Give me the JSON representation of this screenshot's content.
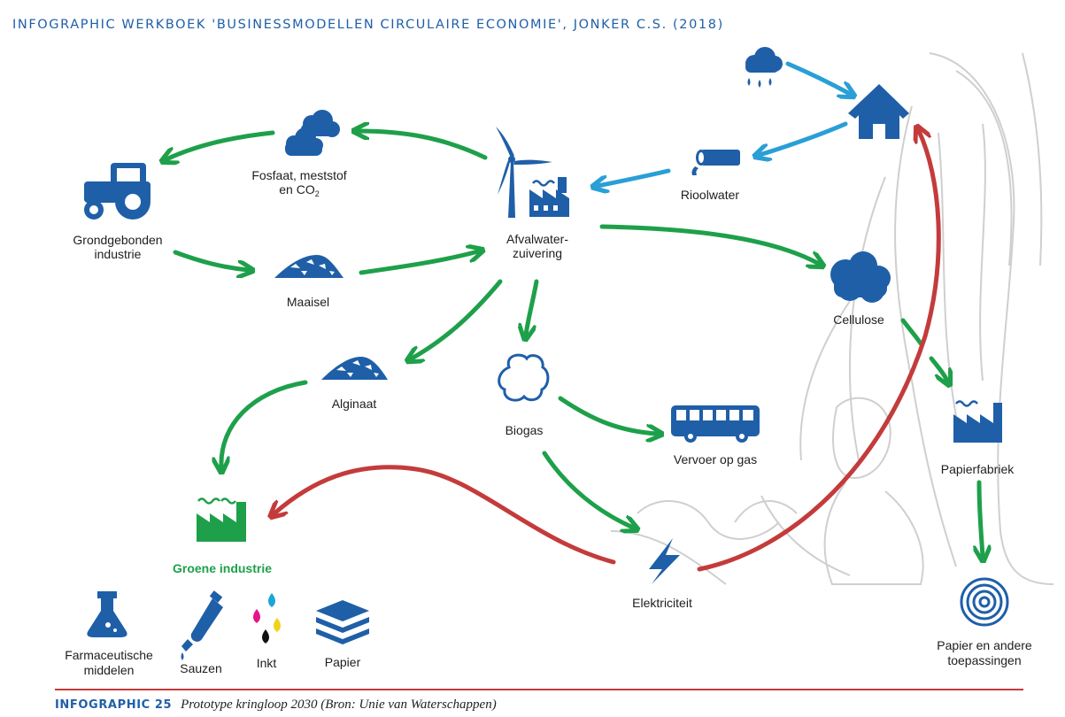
{
  "header": {
    "title": "INFOGRAPHIC WERKBOEK 'BUSINESSMODELLEN CIRCULAIRE ECONOMIE', JONKER C.S. (2018)"
  },
  "nodes": {
    "tractor": {
      "line1": "Grondgebonden",
      "line2": "industrie"
    },
    "fosfaat": {
      "line1": "Fosfaat, meststof",
      "line2_pre": "en CO",
      "line2_sub": "2"
    },
    "maaisel": {
      "label": "Maaisel"
    },
    "afvalwater": {
      "line1": "Afvalwater-",
      "line2": "zuivering"
    },
    "rioolwater": {
      "label": "Rioolwater"
    },
    "cellulose": {
      "label": "Cellulose"
    },
    "alginaat": {
      "label": "Alginaat"
    },
    "biogas": {
      "label": "Biogas"
    },
    "vervoer": {
      "label": "Vervoer op gas"
    },
    "papierfabriek": {
      "label": "Papierfabriek"
    },
    "groene": {
      "label": "Groene industrie"
    },
    "elektriciteit": {
      "label": "Elektriciteit"
    },
    "papier_andere": {
      "line1": "Papier en andere",
      "line2": "toepassingen"
    },
    "farma": {
      "line1": "Farmaceutische",
      "line2": "middelen"
    },
    "sauzen": {
      "label": "Sauzen"
    },
    "inkt": {
      "label": "Inkt"
    },
    "papier": {
      "label": "Papier"
    }
  },
  "colors": {
    "blue": "#1f5fa8",
    "green": "#1ea04a",
    "red": "#c43b3b",
    "cyan": "#2a9fd6"
  },
  "footer": {
    "number": "INFOGRAPHIC 25",
    "caption": "Prototype kringloop 2030 (Bron: Unie van Waterschappen)"
  }
}
